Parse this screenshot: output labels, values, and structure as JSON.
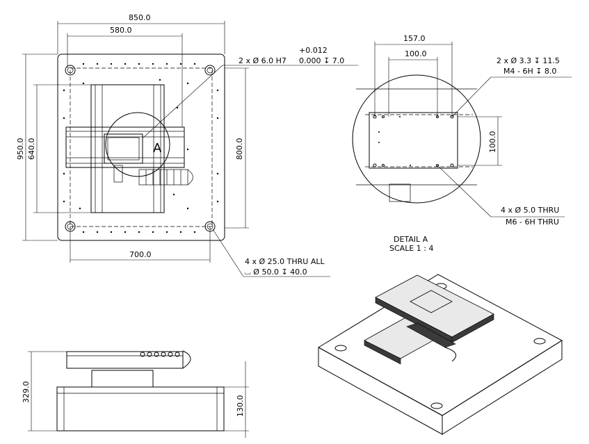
{
  "dimensions": {
    "overall_width": "850.0",
    "inner_width": "580.0",
    "overall_height": "950.0",
    "inner_height": "640.0",
    "plate_height": "800.0",
    "hole_spacing_x": "700.0",
    "side_height": "329.0",
    "side_base": "130.0"
  },
  "callouts": {
    "dowel_tol_upper": "+0.012",
    "dowel_main": "2 x Ø 6.0  H7",
    "dowel_tol_lower": "0.000 ↧ 7.0",
    "tap_small_1": "2 x Ø 3.3 ↧ 11.5",
    "tap_small_2": "M4 - 6H ↧ 8.0",
    "thru_holes_1": "4 x Ø 5.0 THRU",
    "thru_holes_2": "M6 - 6H THRU",
    "mount_holes_1": "4 x Ø 25.0 THRU ALL",
    "mount_holes_2": "⌴  Ø 50.0 ↧ 40.0"
  },
  "detail": {
    "marker": "A",
    "title": "DETAIL A",
    "scale": "SCALE 1 : 4",
    "width_outer": "157.0",
    "width_inner": "100.0",
    "height": "100.0"
  },
  "icons": [
    "diameter-symbol",
    "depth-symbol",
    "counterbore-symbol"
  ]
}
